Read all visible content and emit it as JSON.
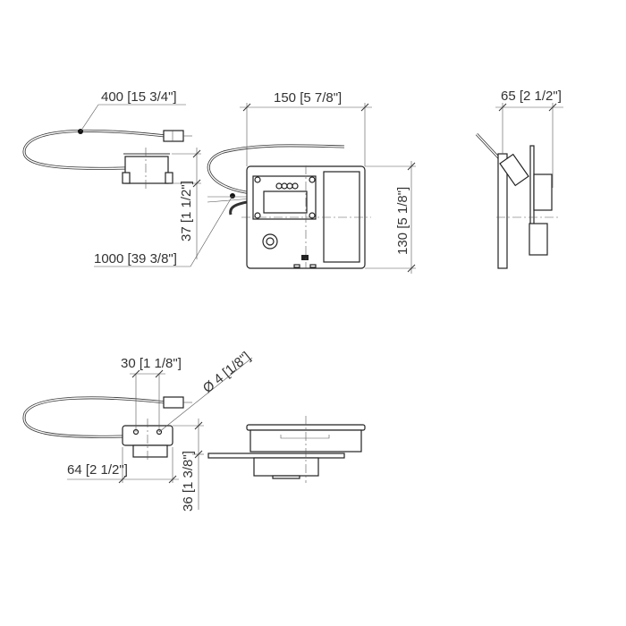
{
  "dimensions": {
    "cable_400": {
      "value": "400",
      "imperial": "[15 3/4\"]"
    },
    "cable_1000": {
      "value": "1000",
      "imperial": "[39 3/8\"]"
    },
    "height_37": {
      "value": "37",
      "imperial": "[1 1/2\"]"
    },
    "width_150": {
      "value": "150",
      "imperial": "[5 7/8\"]"
    },
    "height_130": {
      "value": "130",
      "imperial": "[5 1/8\"]"
    },
    "depth_65": {
      "value": "65",
      "imperial": "[2 1/2\"]"
    },
    "spacing_30": {
      "value": "30",
      "imperial": "[1 1/8\"]"
    },
    "diameter_4": {
      "value": "Ø 4",
      "imperial": "[1/8\"]"
    },
    "width_64": {
      "value": "64",
      "imperial": "[2 1/2\"]"
    },
    "height_36": {
      "value": "36",
      "imperial": "[1 3/8\"]"
    }
  }
}
